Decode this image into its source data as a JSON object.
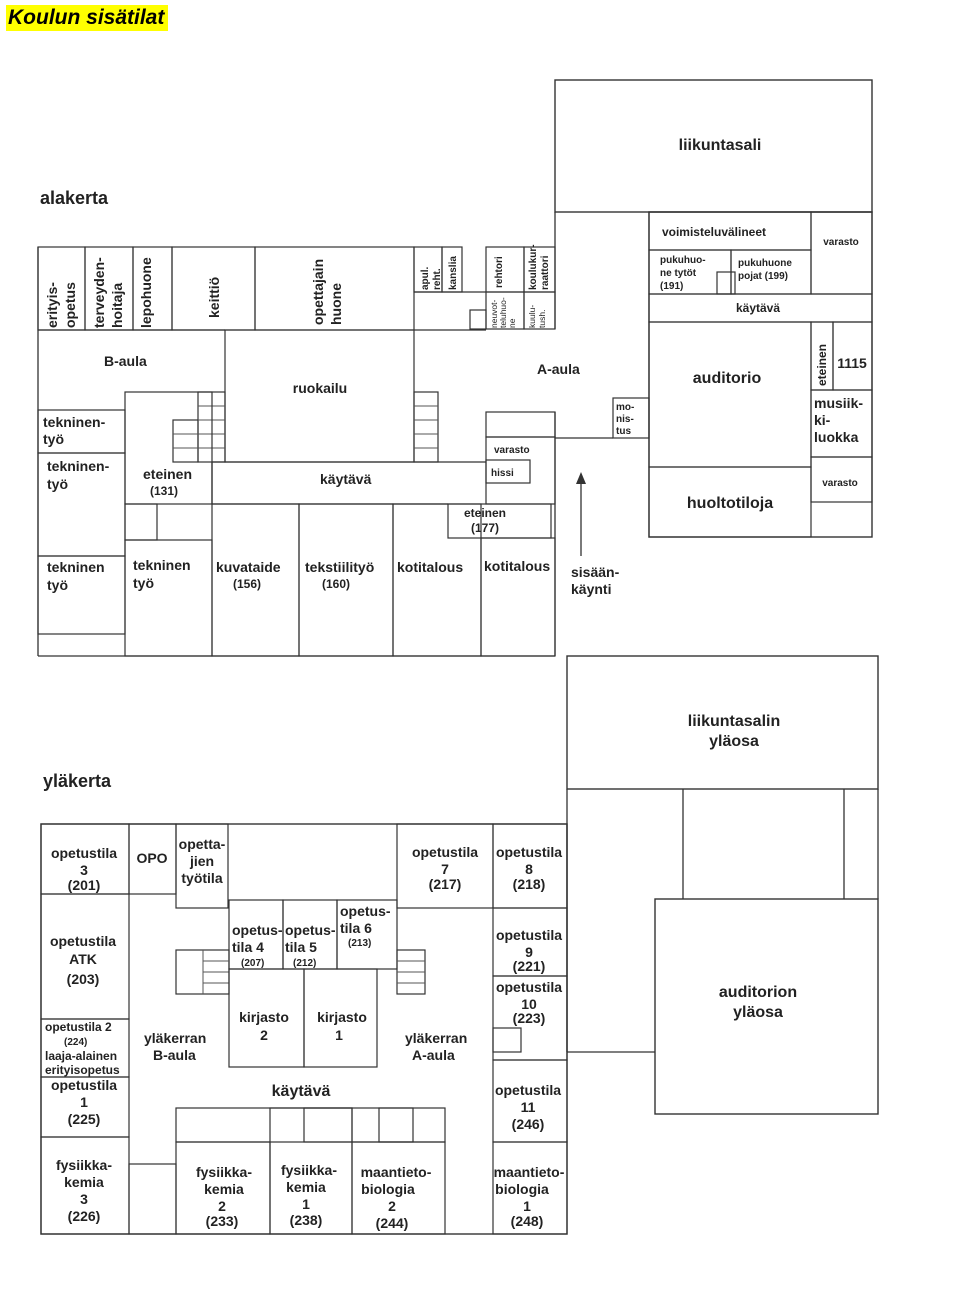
{
  "title": "Koulun sisätilat",
  "floors": {
    "ground": {
      "heading": "alakerta",
      "rooms": {
        "liikuntasali": "liikuntasali",
        "voimisteluvalineet": "voimisteluvälineet",
        "varasto_top": "varasto",
        "pukuhuone_tytot": [
          "pukuhuo-",
          "ne tytöt",
          "(191)"
        ],
        "pukuhuone_pojat": [
          "pukuhuone",
          "pojat (199)"
        ],
        "kaytava_east": "käytävä",
        "auditorio": "auditorio",
        "eteinen_vertical": "eteinen",
        "room_1115": "1115",
        "musiikkiluokka": [
          "musiik-",
          "ki-",
          "luokka"
        ],
        "varasto_east": "varasto",
        "huoltotiloja": "huoltotiloja",
        "monistus": [
          "mo-",
          "nis-",
          "tus"
        ],
        "a_aula": "A-aula",
        "sisaankaynti": [
          "sisään-",
          "käynti"
        ],
        "erityisopetus": [
          "erityis-",
          "opetus"
        ],
        "terveydenhoitaja": [
          "terveyden-",
          "hoitaja"
        ],
        "lepohuone": "lepohuone",
        "keittio": "keittiö",
        "opettajainhuone": [
          "opettajain",
          "huone"
        ],
        "apulaisrehtori": [
          "apul.",
          "reht."
        ],
        "kanslia": "kanslia",
        "rehtori": "rehtori",
        "koulukuraattori": [
          "koulukur-",
          "raattori"
        ],
        "neuvottelu": [
          "neuvot-",
          "teluhuo-",
          "ne"
        ],
        "kuulutus": [
          "kuulu-",
          "tush."
        ],
        "b_aula": "B-aula",
        "ruokailu": "ruokailu",
        "varasto_mid": "varasto",
        "hissi": "hissi",
        "kaytava_mid": "käytävä",
        "eteinen_177": [
          "eteinen",
          "(177)"
        ],
        "eteinen_131": [
          "eteinen",
          "(131)"
        ],
        "tekninen_tyo_1": [
          "tekninen-",
          "työ"
        ],
        "tekninen_tyo_2": [
          "tekninen-",
          "työ"
        ],
        "tekninen_tyo_3": [
          "tekninen",
          "työ"
        ],
        "tekninen_tyo_4": [
          "tekninen",
          "työ"
        ],
        "kuvataide": [
          "kuvataide",
          "(156)"
        ],
        "tekstiilityo": [
          "tekstiilityö",
          "(160)"
        ],
        "kotitalous_1": "kotitalous",
        "kotitalous_2": "kotitalous"
      }
    },
    "upper": {
      "heading": "yläkerta",
      "rooms": {
        "liikuntasalin_ylaosa": [
          "liikuntasalin",
          "yläosa"
        ],
        "auditorion_ylaosa": [
          "auditorion",
          "yläosa"
        ],
        "ot3": [
          "opetustila",
          "3",
          "(201)"
        ],
        "opo": "OPO",
        "opettajien_tyotila": [
          "opetta-",
          "jien",
          "työtila"
        ],
        "ot7": [
          "opetustila",
          "7",
          "(217)"
        ],
        "ot8": [
          "opetustila",
          "8",
          "(218)"
        ],
        "ot_atk": [
          "opetustila",
          "ATK",
          "(203)"
        ],
        "ot4": [
          "opetus-",
          "tila 4",
          "(207)"
        ],
        "ot5": [
          "opetus-",
          "tila 5",
          "(212)"
        ],
        "ot6": [
          "opetus-",
          "tila 6",
          "(213)"
        ],
        "ot9": [
          "opetustila",
          "9",
          "(221)"
        ],
        "ot10": [
          "opetustila",
          "10",
          "(223)"
        ],
        "kirjasto2": [
          "kirjasto",
          "2"
        ],
        "kirjasto1": [
          "kirjasto",
          "1"
        ],
        "ylakerran_b_aula": [
          "yläkerran",
          "B-aula"
        ],
        "ylakerran_a_aula": [
          "yläkerran",
          "A-aula"
        ],
        "ot2": [
          "opetustila 2",
          "(224)",
          "laaja-alainen",
          "erityisopetus"
        ],
        "ot1": [
          "opetustila",
          "1",
          "(225)"
        ],
        "kaytava_upper": "käytävä",
        "ot11": [
          "opetustila",
          "11",
          "(246)"
        ],
        "fk3": [
          "fysiikka-",
          "kemia",
          "3",
          "(226)"
        ],
        "fk2": [
          "fysiikka-",
          "kemia",
          "2",
          "(233)"
        ],
        "fk1": [
          "fysiikka-",
          "kemia",
          "1",
          "(238)"
        ],
        "mb2": [
          "maantieto-",
          "biologia",
          "2",
          "(244)"
        ],
        "mb1": [
          "maantieto-",
          "biologia",
          "1",
          "(248)"
        ]
      }
    }
  }
}
